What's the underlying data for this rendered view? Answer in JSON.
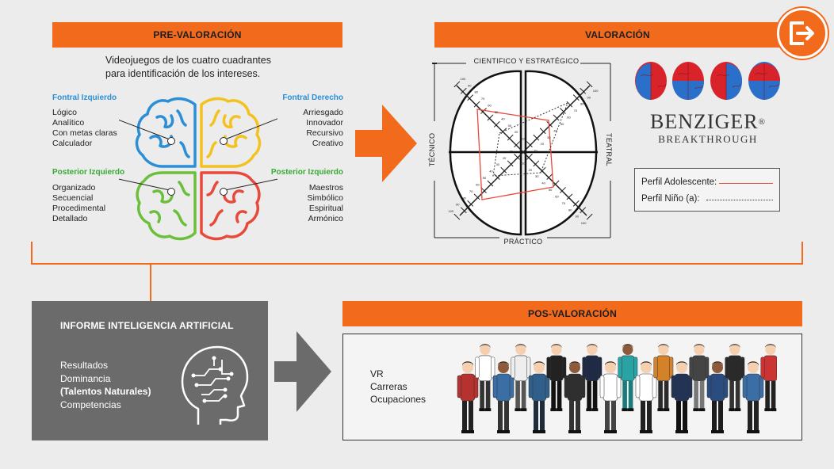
{
  "pre": {
    "title": "PRE-VALORACIÓN",
    "caption_line1": "Videojuegos de los cuatro cuadrantes",
    "caption_line2": "para identificación de los intereses.",
    "q_top_left": {
      "title": "Fontral Izquierdo",
      "items": [
        "Lógico",
        "Analítico",
        "Con metas claras",
        "Calculador"
      ]
    },
    "q_top_right": {
      "title": "Fontral Derecho",
      "items": [
        "Arriesgado",
        "Innovador",
        "Recursivo",
        "Creativo"
      ]
    },
    "q_bottom_left": {
      "title": "Posterior Izquierdo",
      "items": [
        "Organizado",
        "Secuencial",
        "Procedimental",
        "Detallado"
      ]
    },
    "q_bottom_right": {
      "title": "Posterior Izquierdo",
      "items": [
        "Maestros",
        "Simbólico",
        "Espiritual",
        "Armónico"
      ]
    }
  },
  "val": {
    "title": "VALORACIÓN",
    "top_label": "CIENTIFICO Y ESTRATÉGICO",
    "bottom_label": "PRÁCTICO",
    "left_label": "TÉCNICO",
    "right_label": "TEATRAL",
    "brand_name": "BENZIGER",
    "brand_mark": "®",
    "brand_sub": "BREAKTHROUGH",
    "legend": {
      "teen": "Perfil Adolescente:",
      "child": "Perfil Niño (a):"
    },
    "scale_ticks": [
      "10",
      "20",
      "30",
      "40",
      "50",
      "60",
      "70",
      "80",
      "90",
      "100"
    ]
  },
  "ai": {
    "title": "INFORME INTELIGENCIA ARTIFICIAL",
    "line1": "Resultados",
    "line2": "Dominancia",
    "line3": "(Talentos Naturales)",
    "line4": "Competencias"
  },
  "post": {
    "title": "POS-VALORACIÓN",
    "line1": "VR",
    "line2": "Carreras",
    "line3": "Ocupaciones"
  },
  "colors": {
    "accent": "#f26b1d",
    "blue": "#2a8fd6",
    "yellow": "#f4c21e",
    "green": "#6cbf3b",
    "red": "#e8493b",
    "dark_gray": "#6b6b6b"
  },
  "icons": [
    "exit-icon",
    "brain-icon",
    "ai-head-icon",
    "arrow-right-icon",
    "people-icon"
  ]
}
